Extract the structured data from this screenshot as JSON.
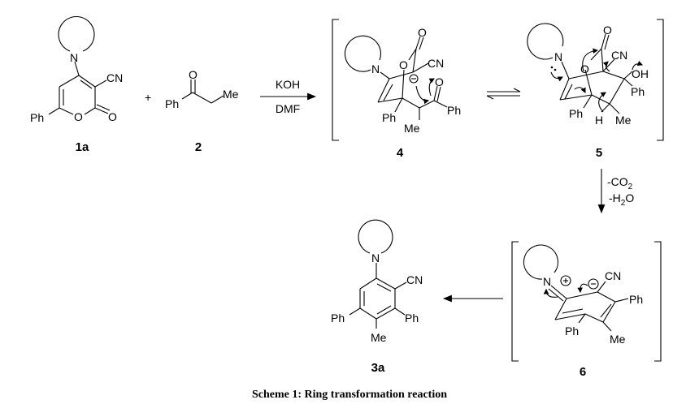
{
  "compounds": {
    "c1a": {
      "label": "1a",
      "cn": "CN",
      "n": "N",
      "o_ring": "O",
      "o_carbonyl": "O",
      "ph": "Ph"
    },
    "c2": {
      "label": "2",
      "o": "O",
      "ph": "Ph",
      "me": "Me"
    },
    "c4": {
      "label": "4",
      "n": "N",
      "o_ring": "O",
      "o_carbonyl": "O",
      "cn": "CN",
      "o_ketone": "O",
      "ph1": "Ph",
      "ph2": "Ph",
      "me": "Me"
    },
    "c5": {
      "label": "5",
      "n": "N",
      "o_ring": "O",
      "o_carbonyl": "O",
      "cn": "CN",
      "oh": "OH",
      "ph1": "Ph",
      "ph2": "Ph",
      "h": "H",
      "me": "Me"
    },
    "c6": {
      "label": "6",
      "n": "N",
      "cn": "CN",
      "ph1": "Ph",
      "ph2": "Ph",
      "me": "Me"
    },
    "c3a": {
      "label": "3a",
      "n": "N",
      "cn": "CN",
      "ph1": "Ph",
      "ph2": "Ph",
      "me": "Me"
    }
  },
  "plus": "+",
  "reagents": {
    "top": "KOH",
    "bottom": "DMF"
  },
  "elimination": {
    "line1": "-CO",
    "line1_sub": "2",
    "line2_pre": "-H",
    "line2_sub": "2",
    "line2_post": "O"
  },
  "caption": "Scheme 1: Ring transformation reaction"
}
